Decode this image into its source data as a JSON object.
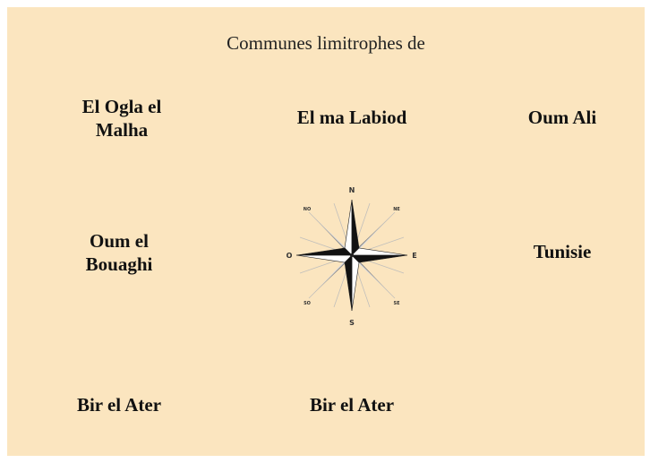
{
  "caption": "Communes limitrophes de",
  "grid": {
    "north_west": "El Ogla el Malha",
    "north": "El ma Labiod",
    "north_east": "Oum Ali",
    "west": "Oum el Bouaghi",
    "east": "Tunisie",
    "south_west": "Bir el Ater",
    "south": "Bir el Ater"
  },
  "compass": {
    "icon": "compass-rose-icon",
    "labels": {
      "n": "N",
      "s": "S",
      "e": "E",
      "w": "O",
      "ne": "NE",
      "nw": "NO",
      "se": "SE",
      "sw": "SO"
    }
  }
}
